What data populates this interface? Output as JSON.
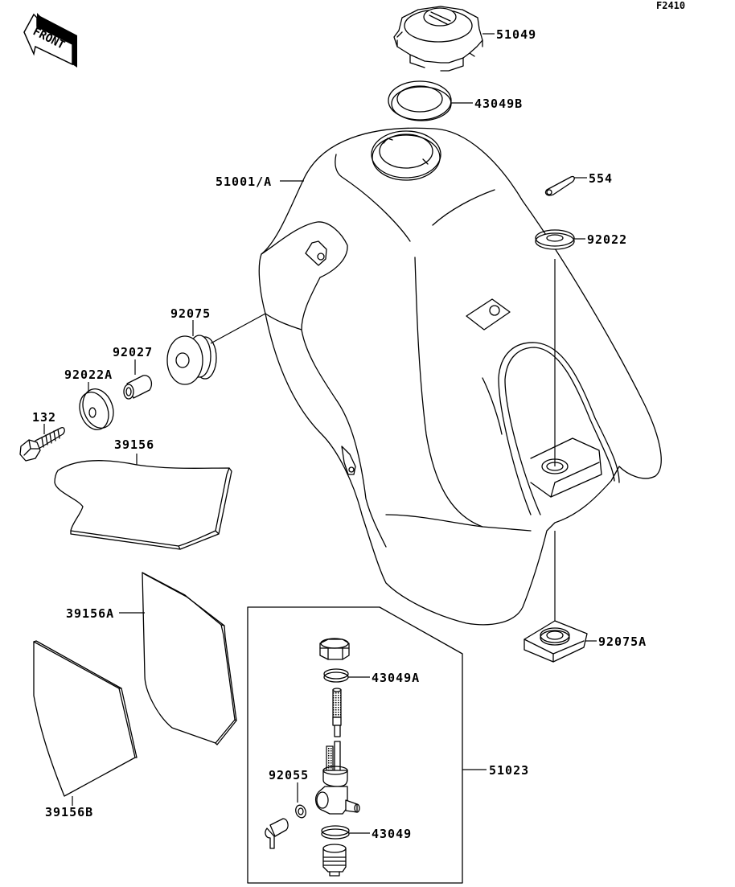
{
  "diagram": {
    "code": "F2410",
    "front_label": "FRONT",
    "parts": {
      "cap": "51049",
      "cap_gasket": "43049B",
      "tank": "51001/A",
      "pin": "554",
      "washer_top": "92022",
      "damper": "92075",
      "collar": "92027",
      "washer": "92022A",
      "bolt": "132",
      "pad": "39156",
      "pad_a": "39156A",
      "pad_b": "39156B",
      "damper_bottom": "92075A",
      "cock_assy": "51023",
      "gasket_a": "43049A",
      "o_ring": "92055",
      "gasket": "43049"
    }
  }
}
